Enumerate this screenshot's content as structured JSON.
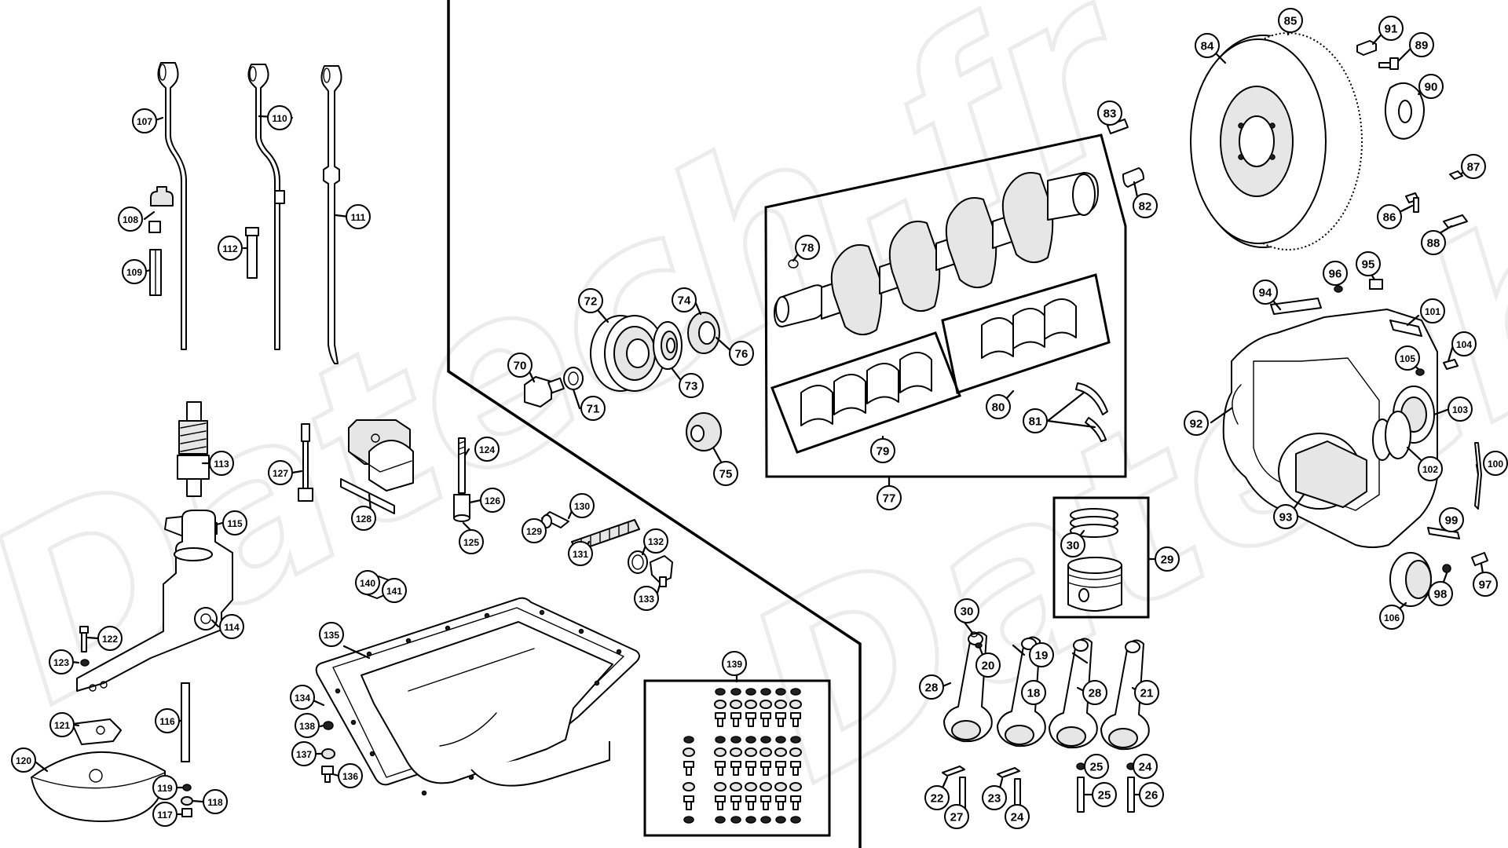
{
  "watermark": {
    "text": "Datech.fr"
  },
  "group_labels": {
    "g77": "77",
    "g29": "29",
    "g139": "139",
    "g80": "80",
    "g79": "79",
    "g81": "81"
  },
  "callouts": [
    "107",
    "110",
    "111",
    "108",
    "109",
    "112",
    "113",
    "115",
    "114",
    "122",
    "123",
    "121",
    "120",
    "116",
    "119",
    "118",
    "117",
    "127",
    "128",
    "124",
    "126",
    "125",
    "129",
    "130",
    "131",
    "132",
    "133",
    "140",
    "141",
    "135",
    "134",
    "138",
    "137",
    "136",
    "70",
    "71",
    "72",
    "73",
    "74",
    "76",
    "75",
    "78",
    "83",
    "82",
    "84",
    "85",
    "91",
    "89",
    "90",
    "87",
    "86",
    "88",
    "96",
    "95",
    "94",
    "101",
    "105",
    "104",
    "92",
    "103",
    "102",
    "100",
    "93",
    "99",
    "98",
    "97",
    "106",
    "30",
    "20",
    "19",
    "28",
    "18",
    "21",
    "22",
    "23",
    "25",
    "24",
    "27",
    "26"
  ],
  "hardware_box": {
    "title": "139",
    "left_labels": [
      "138",
      "136"
    ],
    "right_label": "137"
  }
}
